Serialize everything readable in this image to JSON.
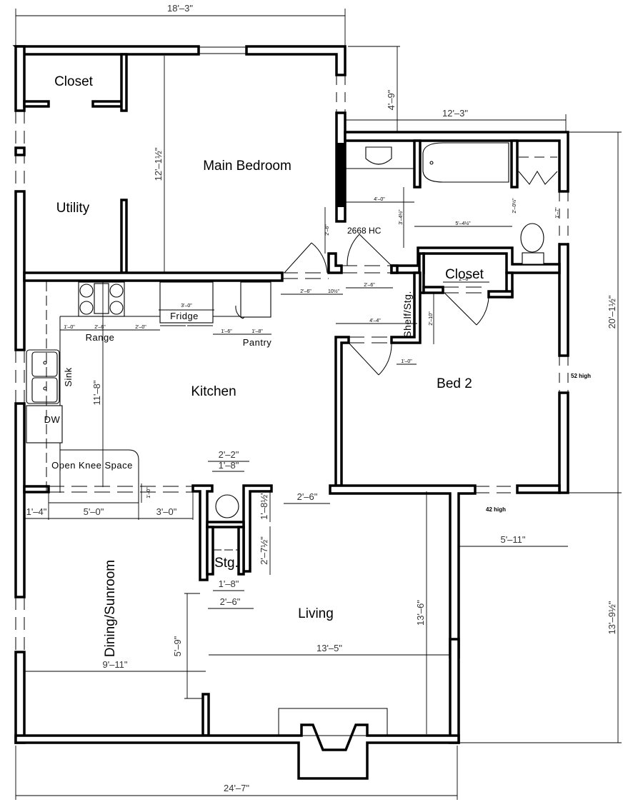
{
  "rooms": {
    "closet_main": "Closet",
    "main_bedroom": "Main Bedroom",
    "utility": "Utility",
    "kitchen": "Kitchen",
    "closet_bed2": "Closet",
    "bed2": "Bed 2",
    "shelf_storage": "Shelf/Stg.",
    "storage": "Stg.",
    "dining_sunroom": "Dining/Sunroom",
    "living": "Living"
  },
  "fixtures": {
    "range": "Range",
    "fridge": "Fridge",
    "pantry": "Pantry",
    "sink": "Sink",
    "dishwasher": "DW",
    "open_knee_space": "Open Knee Space",
    "door_note": "2668 HC"
  },
  "window_notes": {
    "bed2_east": "52 high",
    "bed2_south": "42 high"
  },
  "dimensions": {
    "overall_top": "18'–3\"",
    "overall_bottom": "24'–7\"",
    "bath_width": "12'–3\"",
    "bath_offset": "4'–9\"",
    "right_upper": "20'–1½\"",
    "right_lower": "13'–9½\"",
    "main_bedroom_depth": "12'–1½\"",
    "kitchen_depth": "11'–8\"",
    "range_left": "1'–0\"",
    "range_width": "2'–6\"",
    "range_right": "2'–0\"",
    "fridge_width": "3'–0\"",
    "pantry_left": "1'–6\"",
    "pantry_width": "1'–8\"",
    "bath_sink_run": "4'–0\"",
    "bath_clear": "3'–4½\"",
    "bath_closet_run": "5'–4½\"",
    "toilet_clear": "2'–0½\"",
    "bath_window": "1'–7\"",
    "hall_door_main": "2'–6\"",
    "hall_jamb": "10½\"",
    "hall_door_bath": "2'–6\"",
    "hall_opening_left": "2'–6\"",
    "hall_wall_run": "4'–4\"",
    "closet_door_depth": "2'–10\"",
    "shelf_depth": "1'–0\"",
    "closet_door": "2'–6\"",
    "dining_left": "1'–4\"",
    "dining_mid": "5'–0\"",
    "dining_right": "3'–0\"",
    "counter_depth": "1'–0\"",
    "wh_outer": "2'–2\"",
    "wh_inner": "1'–8\"",
    "wh_depth": "1'–8½\"",
    "stg_depth": "2'–7½\"",
    "stg_inner": "1'–8\"",
    "stg_outer": "2'–6\"",
    "living_opening": "2'–6\"",
    "living_depth": "13'–6\"",
    "living_right": "5'–11\"",
    "living_width": "13'–5\"",
    "dining_width": "9'–11\"",
    "dining_wall": "5'–9\""
  }
}
